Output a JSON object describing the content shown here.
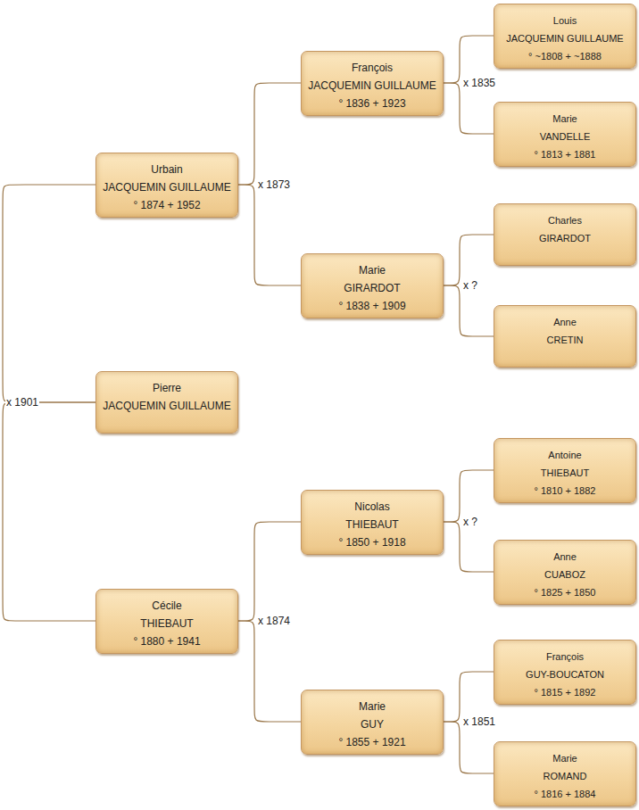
{
  "diagram": {
    "nodes": [
      {
        "text": [
          "Pierre",
          "JACQUEMIN GUILLAUME"
        ]
      },
      {
        "text": [
          "Urbain",
          "JACQUEMIN GUILLAUME",
          "° 1874 + 1952"
        ]
      },
      {
        "text": [
          "Cécile",
          "THIEBAUT",
          "° 1880 + 1941"
        ]
      },
      {
        "text": [
          "François",
          "JACQUEMIN GUILLAUME",
          "° 1836 + 1923"
        ]
      },
      {
        "text": [
          "Marie",
          "GIRARDOT",
          "° 1838 + 1909"
        ]
      },
      {
        "text": [
          "Nicolas",
          "THIEBAUT",
          "° 1850 + 1918"
        ]
      },
      {
        "text": [
          "Marie",
          "GUY",
          "° 1855 + 1921"
        ]
      },
      {
        "text": [
          "Louis",
          "JACQUEMIN GUILLAUME",
          "° ~1808 + ~1888"
        ]
      },
      {
        "text": [
          "Marie",
          "VANDELLE",
          "° 1813 + 1881"
        ]
      },
      {
        "text": [
          "Charles",
          "GIRARDOT"
        ]
      },
      {
        "text": [
          "Anne",
          "CRETIN"
        ]
      },
      {
        "text": [
          "Antoine",
          "THIEBAUT",
          "° 1810 + 1882"
        ]
      },
      {
        "text": [
          "Anne",
          "CUABOZ",
          "° 1825 + 1850"
        ]
      },
      {
        "text": [
          "François",
          "GUY-BOUCATON",
          "° 1815 + 1892"
        ]
      },
      {
        "text": [
          "Marie",
          "ROMAND",
          "° 1816 + 1884"
        ]
      }
    ],
    "edges": [
      {
        "from": 0,
        "to": 1,
        "arrow": "none",
        "label": "x 1901"
      },
      {
        "from": 0,
        "to": 2,
        "arrow": "none"
      },
      {
        "from": 1,
        "to": 3,
        "arrow": "none",
        "label": "x 1873"
      },
      {
        "from": 1,
        "to": 4,
        "arrow": "none"
      },
      {
        "from": 2,
        "to": 5,
        "arrow": "none",
        "label": "x 1874"
      },
      {
        "from": 2,
        "to": 6,
        "arrow": "none"
      },
      {
        "from": 3,
        "to": 7,
        "arrow": "none",
        "label": "x 1835"
      },
      {
        "from": 3,
        "to": 8,
        "arrow": "none"
      },
      {
        "from": 4,
        "to": 9,
        "arrow": "none",
        "label": "x ?"
      },
      {
        "from": 4,
        "to": 10,
        "arrow": "none"
      },
      {
        "from": 5,
        "to": 11,
        "arrow": "none",
        "label": "x ?"
      },
      {
        "from": 5,
        "to": 12,
        "arrow": "none"
      },
      {
        "from": 6,
        "to": 13,
        "arrow": "none",
        "label": "x 1851"
      },
      {
        "from": 6,
        "to": 14,
        "arrow": "none"
      }
    ]
  }
}
